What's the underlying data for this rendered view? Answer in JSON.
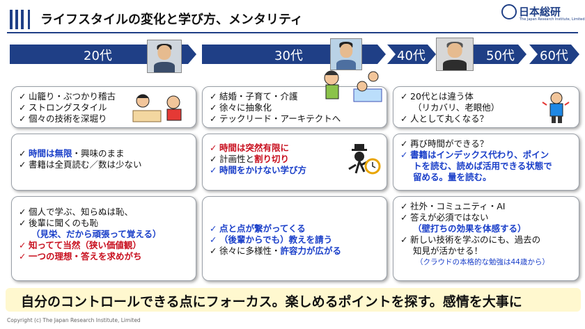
{
  "header": {
    "title": "ライフスタイルの変化と学び方、メンタリティ",
    "logo_name": "日本総研",
    "logo_sub": "The Japan Research Institute, Limited"
  },
  "timeline": {
    "age_20": "20代",
    "age_30": "30代",
    "age_40": "40代",
    "age_50": "50代",
    "age_60": "60代",
    "arrow_color": "#1f3f86"
  },
  "col1": {
    "top": [
      "山籠り・ぶつかり稽古",
      "ストロングスタイル",
      "個々の技術を深堀り"
    ],
    "mid_1_bold": "時間は無限",
    "mid_1_rest": "・興味のまま",
    "mid_2": "書籍は全頁読む／数は少ない",
    "bot_1": "個人で学ぶ、知らぬは恥、",
    "bot_2": "後輩に聞くのも恥",
    "bot_3": "（見栄、だから頑張って覚える）",
    "bot_4": "知ってて当然（狭い価値観）",
    "bot_5": "一つの理想・答えを求めがち"
  },
  "col2": {
    "top": [
      "結婚・子育て・介護",
      "徐々に抽象化",
      "テックリード・アーキテクトへ"
    ],
    "mid_1": "時間は突然有限に",
    "mid_2_plain": "計画性と",
    "mid_2_red": "割り切り",
    "mid_3": "時間をかけない学び方",
    "bot_1": "点と点が繋がってくる",
    "bot_2": "（後輩からでも）教えを請う",
    "bot_3_plain": "徐々に多様性・",
    "bot_3_blue": "許容力が広がる"
  },
  "col3": {
    "top_1": "20代とは違う体",
    "top_2": "（リカバリ、老眼他）",
    "top_3": "人として丸くなる？",
    "mid_1": "再び時間ができる？",
    "mid_2": "書籍はインデックス代わり、ポイン",
    "mid_3": "トを読む、読めば活用できる状態で",
    "mid_4": "留める。量を読む。",
    "bot_1": "社外・コミュニティ・AI",
    "bot_2": "答えが必須ではない",
    "bot_3": "（壁打ちの効果を体感する）",
    "bot_4": "新しい技術を学ぶのにも、過去の",
    "bot_5": "知見が活かせる！",
    "bot_6": "（クラウドの本格的な勉強は44歳から）"
  },
  "check_mark": "✓",
  "footer": {
    "message": "自分のコントロールできる点にフォーカス。楽しめるポイントを探す。感情を大事に",
    "copyright": "Copyright (c) The Japan Research Institute, Limited"
  }
}
